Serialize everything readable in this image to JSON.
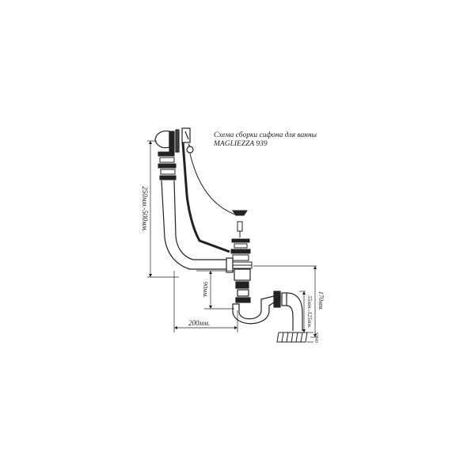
{
  "title": {
    "line1": "Схема сборки сифона для ванны",
    "line2": "MAGLIEZZA 939"
  },
  "dimensions": {
    "overflow_height": "250мм.-500мм.",
    "horizontal_length": "200мм.",
    "drain_depth": "90мм.",
    "total_height": "170мм.",
    "seal_height": "55мм.-125мм.",
    "outlet_diameter": "32/40"
  },
  "colors": {
    "line": "#222222",
    "background": "#ffffff"
  }
}
